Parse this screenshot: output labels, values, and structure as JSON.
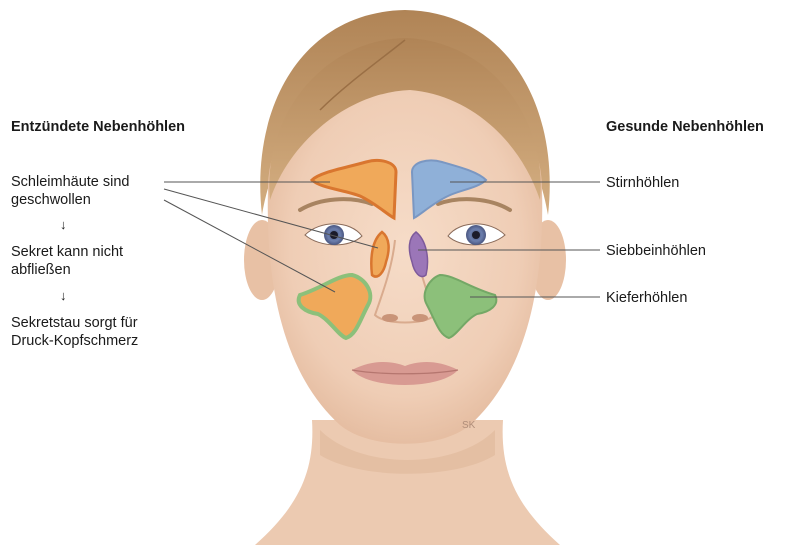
{
  "left": {
    "heading": "Entzündete Nebenhöhlen",
    "step1_line1": "Schleimhäute sind",
    "step1_line2": "geschwollen",
    "step2_line1": "Sekret kann nicht",
    "step2_line2": "abfließen",
    "step3_line1": "Sekretstau sorgt für",
    "step3_line2": "Druck-Kopfschmerz",
    "arrow_glyph": "↓"
  },
  "right": {
    "heading": "Gesunde Nebenhöhlen",
    "frontal": "Stirnhöhlen",
    "ethmoid": "Siebbeinhöhlen",
    "maxillary": "Kieferhöhlen"
  },
  "signature": "SK",
  "colors": {
    "inflamed_fill": "#f0a95a",
    "inflamed_rim": "#d9762f",
    "frontal_healthy": "#8fb0d8",
    "ethmoid_healthy": "#9b76b8",
    "maxillary_healthy": "#8cc07a",
    "skin": "#f1d2bb",
    "hair": "#c49a6c"
  }
}
